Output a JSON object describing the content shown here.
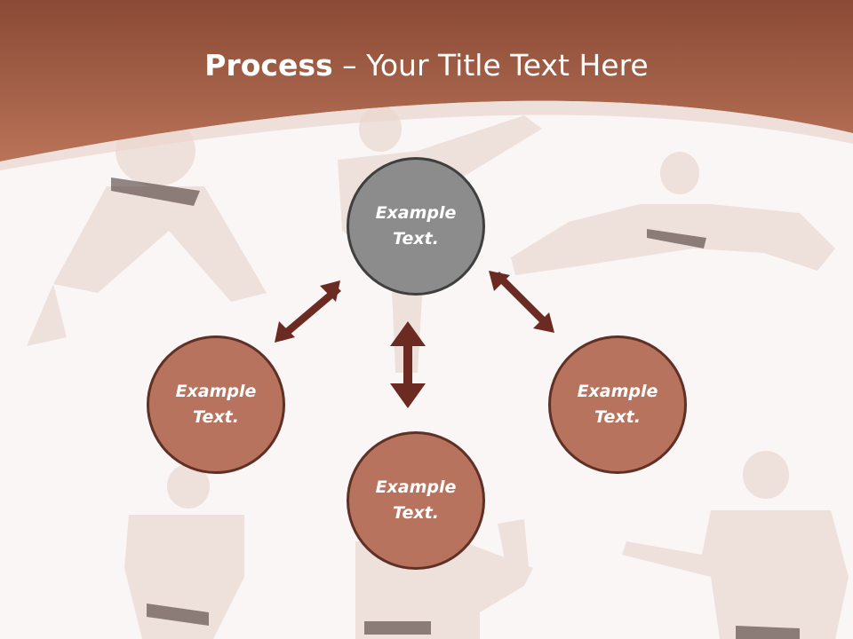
{
  "title": {
    "bold": "Process",
    "rest": " – Your Title Text Here"
  },
  "nodes": [
    {
      "id": "top",
      "text": "Example\nText."
    },
    {
      "id": "left",
      "text": "Example\nText."
    },
    {
      "id": "bottom",
      "text": "Example\nText."
    },
    {
      "id": "right",
      "text": "Example\nText."
    }
  ],
  "colors": {
    "header_top": "#8a4a35",
    "header_bottom": "#b76f55",
    "node_fill": "#b8735e",
    "node_border": "#5e3026",
    "center_fill": "#8c8c8c",
    "arrow": "#6b2a22"
  }
}
